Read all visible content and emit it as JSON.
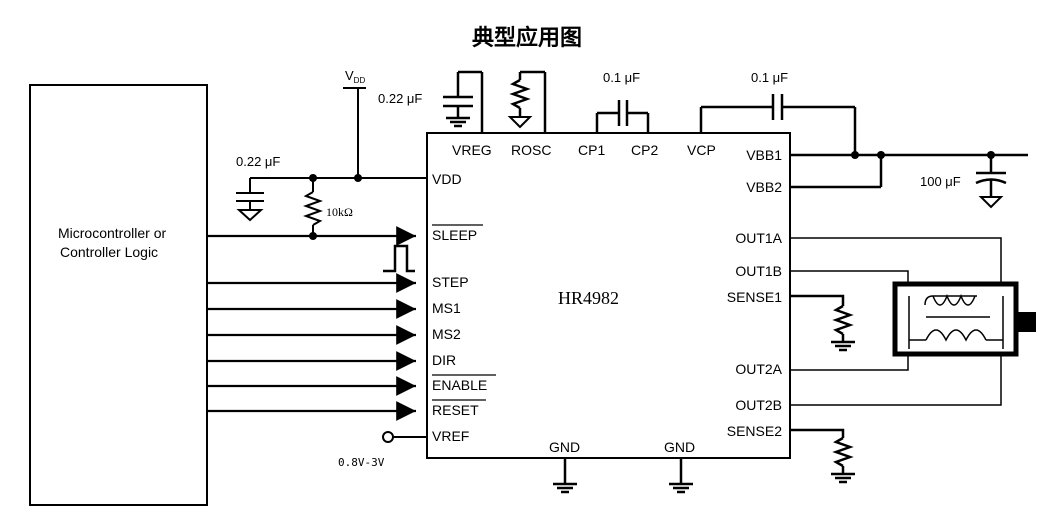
{
  "title": "典型应用图",
  "controller": {
    "label_line1": "Microcontroller or",
    "label_line2": "Controller Logic"
  },
  "chip": {
    "name": "HR4982",
    "pins_top": [
      "VREG",
      "ROSC",
      "CP1",
      "CP2",
      "VCP"
    ],
    "pins_left": [
      "VDD",
      "SLEEP",
      "STEP",
      "MS1",
      "MS2",
      "DIR",
      "ENABLE",
      "RESET",
      "VREF"
    ],
    "pins_right": [
      "VBB1",
      "VBB2",
      "OUT1A",
      "OUT1B",
      "SENSE1",
      "OUT2A",
      "OUT2B",
      "SENSE2"
    ],
    "pins_bottom": [
      "GND",
      "GND"
    ]
  },
  "components": {
    "vdd_label": "V",
    "vdd_sub": "DD",
    "cap_vreg": "0.22 μF",
    "cap_vdd": "0.22 μF",
    "cap_cp": "0.1 μF",
    "cap_vcp": "0.1 μF",
    "cap_vbb": "100 μF",
    "resistor": "10kΩ",
    "vref_range": "0.8V-3V"
  },
  "colors": {
    "line": "#000000",
    "background": "#ffffff"
  }
}
